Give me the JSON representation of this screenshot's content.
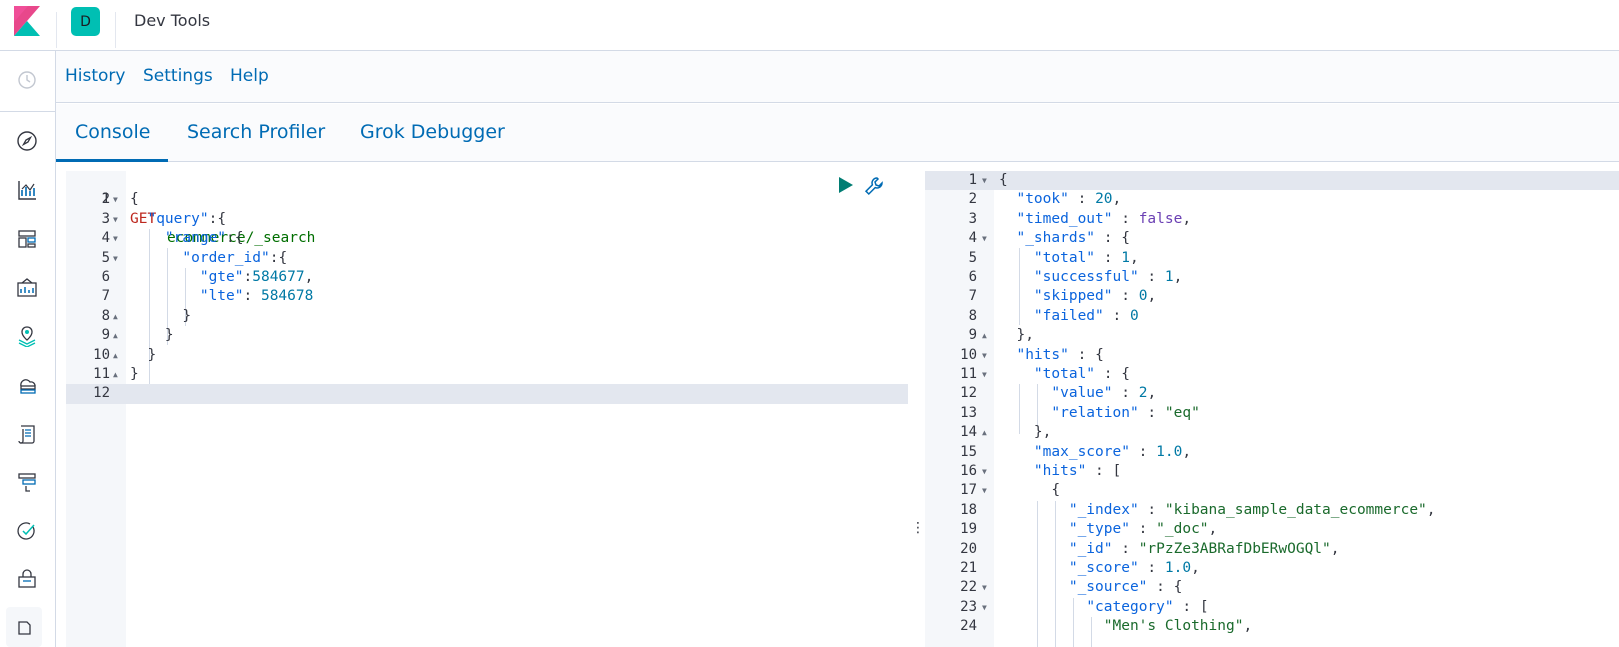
{
  "header": {
    "app_title": "Dev Tools",
    "space_initial": "D"
  },
  "nav": {
    "items": [
      "recently-viewed-icon",
      "discover-icon",
      "visualize-icon",
      "dashboard-icon",
      "canvas-icon",
      "maps-icon",
      "infrastructure-icon",
      "logs-icon",
      "apm-icon",
      "uptime-icon",
      "siem-icon",
      "dev-tools-icon"
    ]
  },
  "links": {
    "history": "History",
    "settings": "Settings",
    "help": "Help"
  },
  "tabs": [
    "Console",
    "Search Profiler",
    "Grok Debugger"
  ],
  "request": {
    "line_numbers": [
      "1",
      "2",
      "3",
      "4",
      "5",
      "6",
      "7",
      "8",
      "9",
      "10",
      "11",
      "12"
    ],
    "method": "GET",
    "path": "ecommerce/_search",
    "lines": [
      "{",
      "  \"query\":{",
      "    \"range\":{",
      "      \"order_id\":{",
      "        \"gte\":584677,",
      "        \"lte\": 584678",
      "      }",
      "    }",
      "  }",
      "}",
      ""
    ]
  },
  "response": {
    "line_numbers": [
      "1",
      "2",
      "3",
      "4",
      "5",
      "6",
      "7",
      "8",
      "9",
      "10",
      "11",
      "12",
      "13",
      "14",
      "15",
      "16",
      "17",
      "18",
      "19",
      "20",
      "21",
      "22",
      "23",
      "24"
    ],
    "lines": [
      "{",
      "  \"took\" : 20,",
      "  \"timed_out\" : false,",
      "  \"_shards\" : {",
      "    \"total\" : 1,",
      "    \"successful\" : 1,",
      "    \"skipped\" : 0,",
      "    \"failed\" : 0",
      "  },",
      "  \"hits\" : {",
      "    \"total\" : {",
      "      \"value\" : 2,",
      "      \"relation\" : \"eq\"",
      "    },",
      "    \"max_score\" : 1.0,",
      "    \"hits\" : [",
      "      {",
      "        \"_index\" : \"kibana_sample_data_ecommerce\",",
      "        \"_type\" : \"_doc\",",
      "        \"_id\" : \"rPzZe3ABRafDbERwOGQl\",",
      "        \"_score\" : 1.0,",
      "        \"_source\" : {",
      "          \"category\" : [",
      "            \"Men's Clothing\","
    ]
  }
}
